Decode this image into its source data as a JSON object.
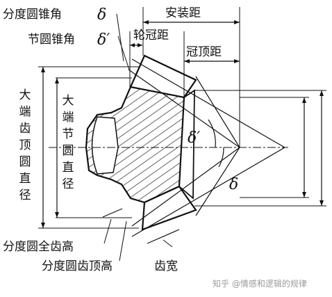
{
  "labels": {
    "pitch_cone_angle": "分度圆锥角",
    "root_cone_angle": "节圆锥角",
    "mounting_distance": "安装距",
    "crown_distance": "轮冠距",
    "crown_to_tip": "冠顶距",
    "outer_tip_diameter": [
      "大",
      "端",
      "齿",
      "顶",
      "圆",
      "直",
      "径"
    ],
    "outer_pitch_diameter": [
      "大",
      "端",
      "节",
      "圆",
      "直",
      "径"
    ],
    "whole_depth": "分度圆全齿高",
    "addendum": "分度圆齿顶高",
    "face_width": "齿宽"
  },
  "symbols": {
    "delta": "δ",
    "delta_prime": "δ′"
  },
  "watermark": "知乎 @情感和逻辑的规律"
}
